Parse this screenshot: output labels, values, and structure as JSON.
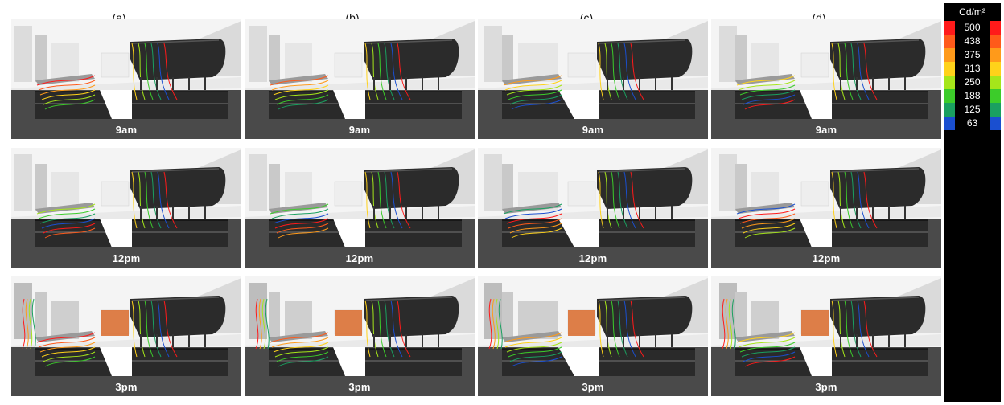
{
  "columns": [
    "(a)",
    "(b)",
    "(c)",
    "(d)"
  ],
  "rows": [
    "9am",
    "12pm",
    "3pm"
  ],
  "legend": {
    "unit": "Cd/m²",
    "entries": [
      {
        "value": "500",
        "color": "#ff1a1a"
      },
      {
        "value": "438",
        "color": "#ff5a1a"
      },
      {
        "value": "375",
        "color": "#ff9a1a"
      },
      {
        "value": "313",
        "color": "#ffd21a"
      },
      {
        "value": "250",
        "color": "#a6e61a"
      },
      {
        "value": "188",
        "color": "#3ccc2a"
      },
      {
        "value": "125",
        "color": "#1aa060"
      },
      {
        "value": "63",
        "color": "#1a4fd0"
      }
    ]
  }
}
